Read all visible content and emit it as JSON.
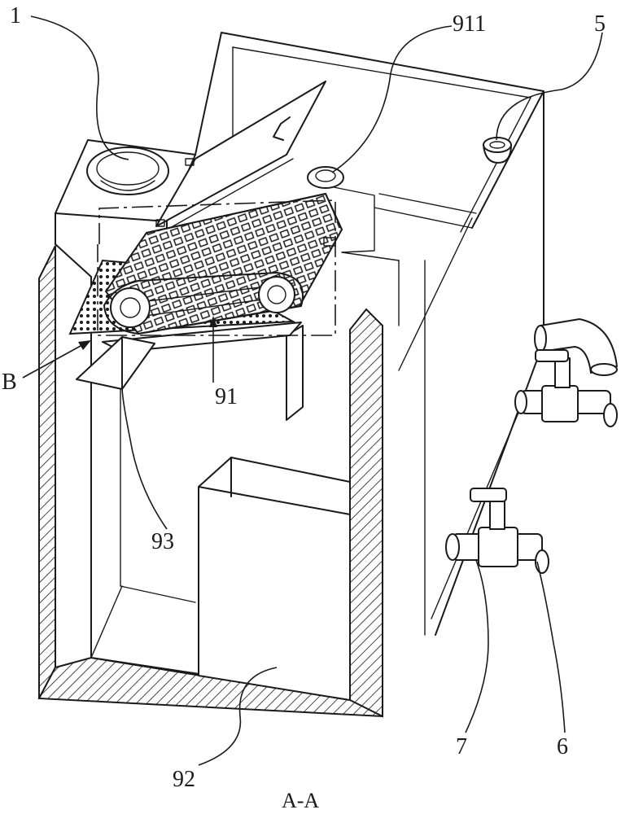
{
  "labels": {
    "l1": "1",
    "l911": "911",
    "l5": "5",
    "lB": "B",
    "l91": "91",
    "l93": "93",
    "l92": "92",
    "l7": "7",
    "l6": "6"
  },
  "caption": "A-A",
  "colors": {
    "ink": "#1a1a1a",
    "paper": "#ffffff"
  }
}
